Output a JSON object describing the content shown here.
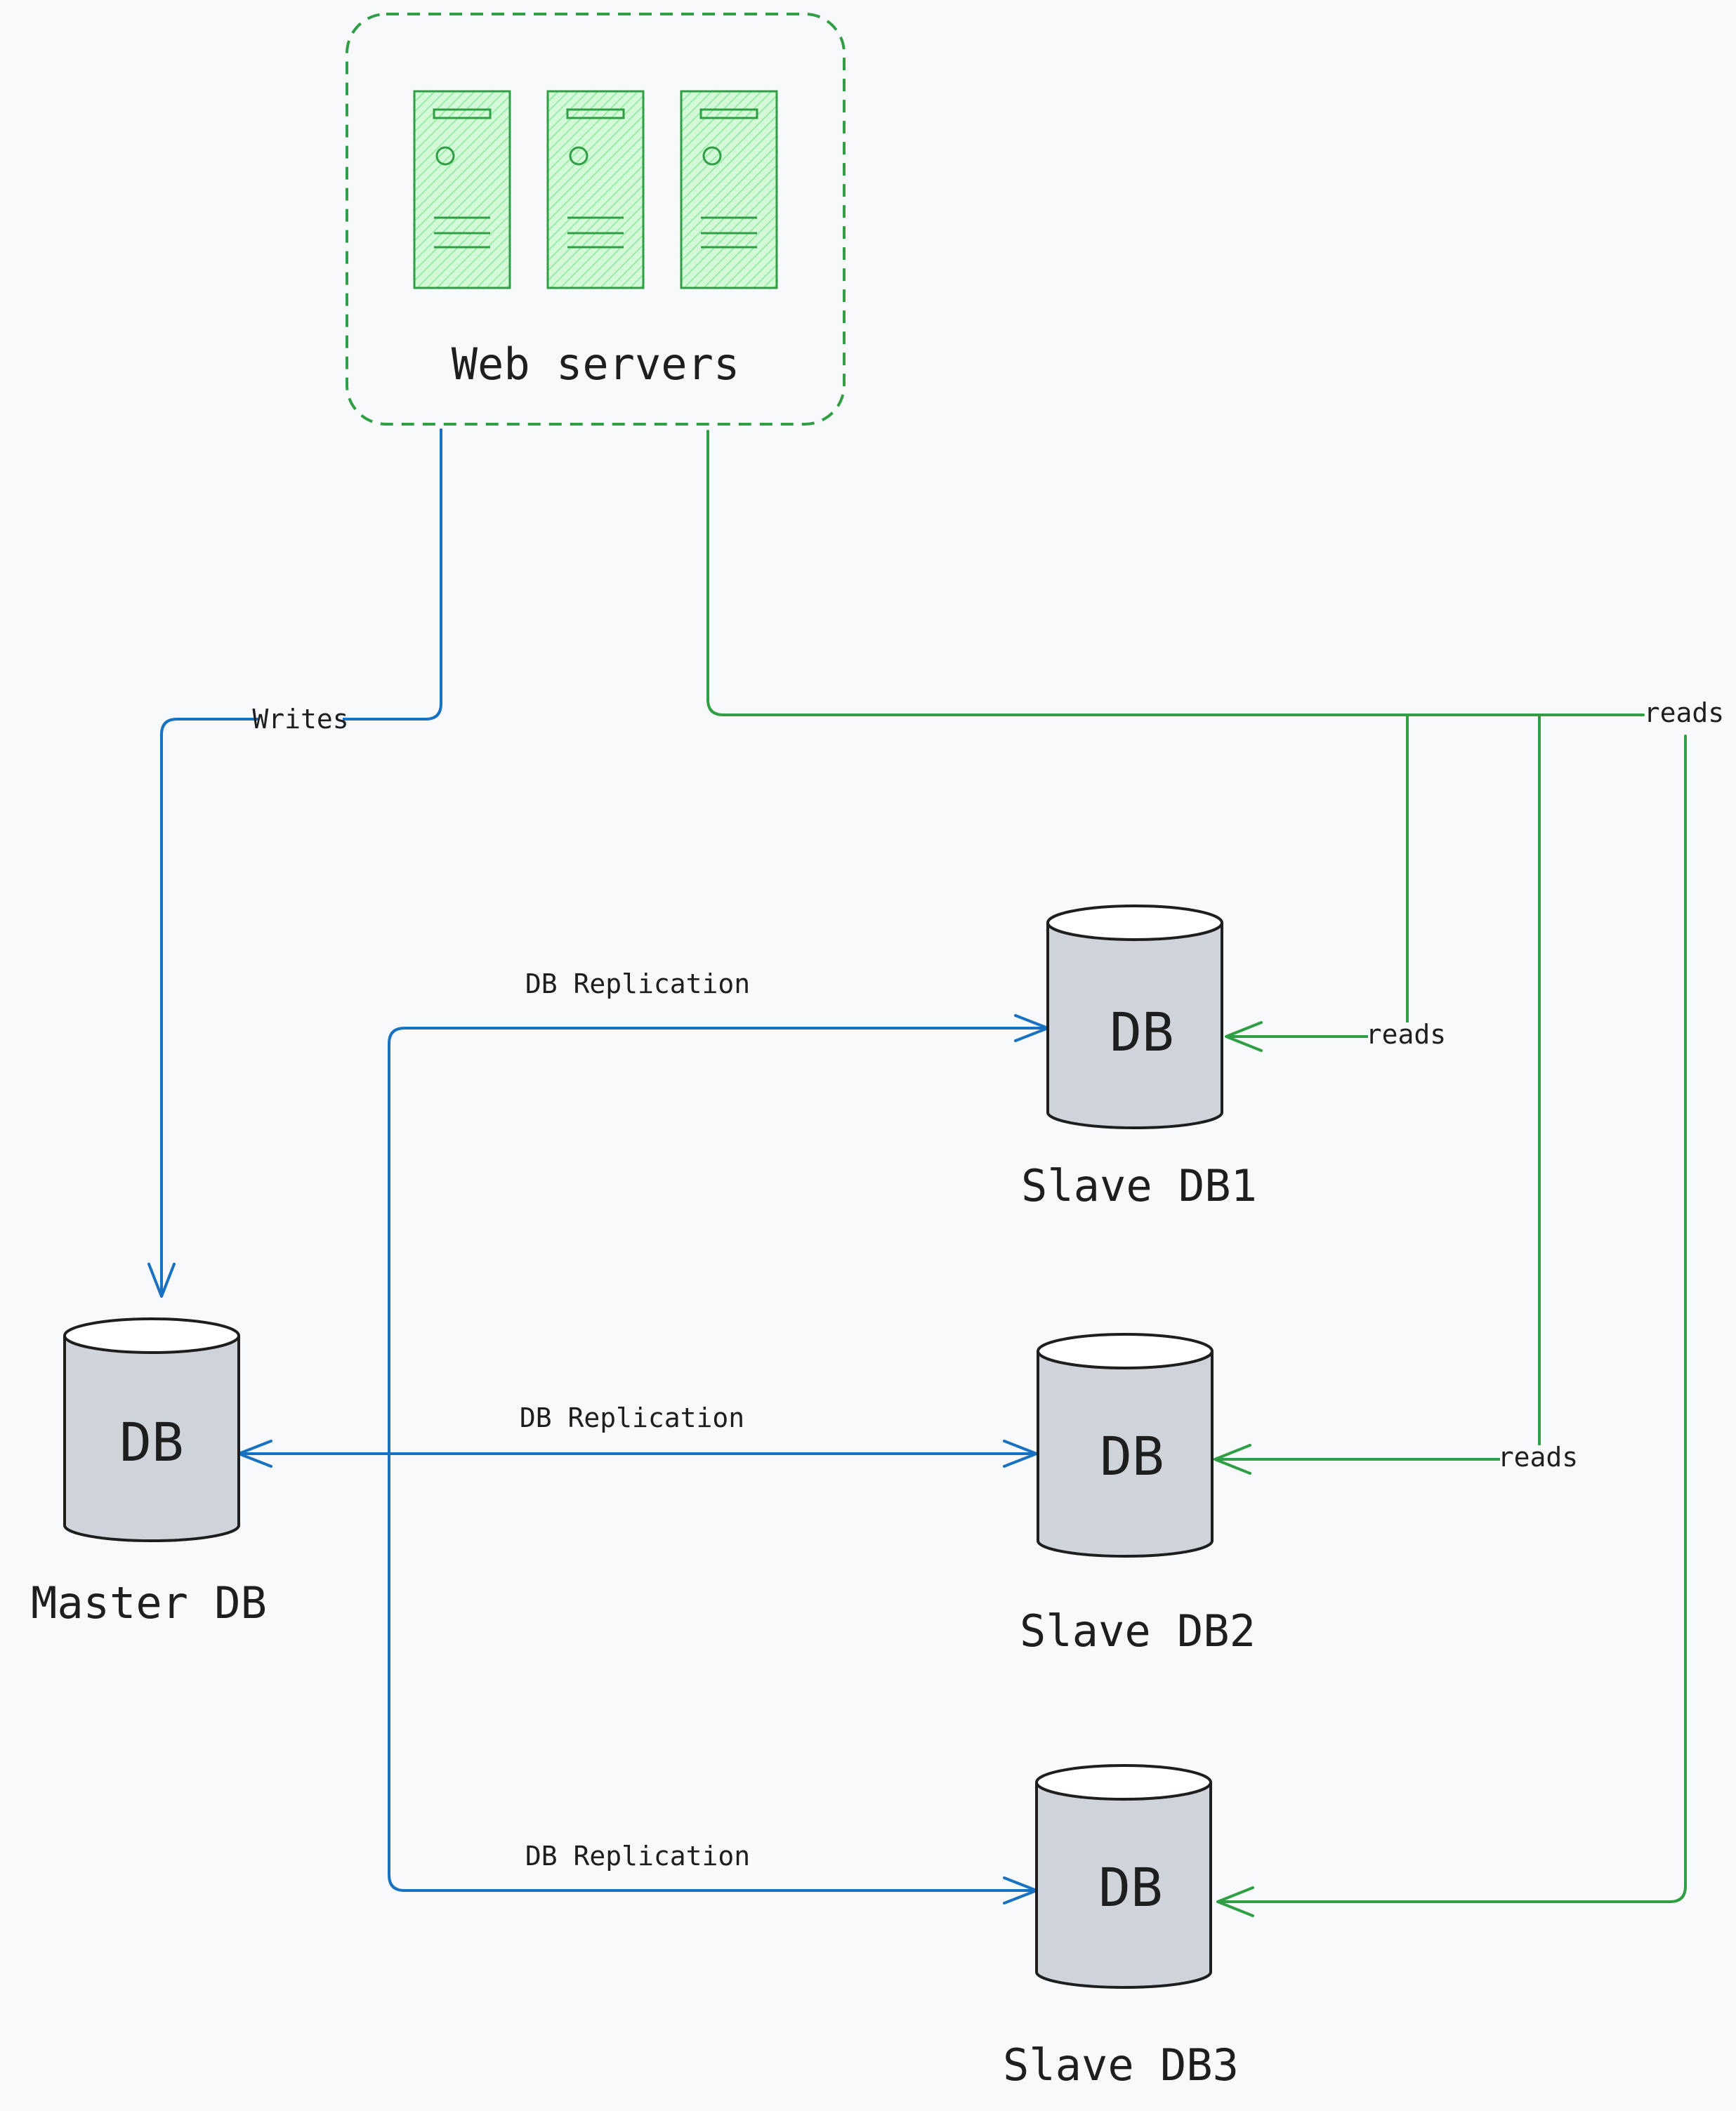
{
  "web_servers": {
    "label": "Web servers"
  },
  "master_db": {
    "label": "Master DB",
    "cylinder_text": "DB"
  },
  "slaves": [
    {
      "label": "Slave DB1",
      "cylinder_text": "DB"
    },
    {
      "label": "Slave DB2",
      "cylinder_text": "DB"
    },
    {
      "label": "Slave DB3",
      "cylinder_text": "DB"
    }
  ],
  "edges": {
    "writes": "Writes",
    "replication_1": "DB Replication",
    "replication_2": "DB Replication",
    "replication_3": "DB Replication",
    "reads_main": "reads",
    "reads_1": "reads",
    "reads_2": "reads"
  },
  "colors": {
    "write_path": "#1971c2",
    "read_path": "#2f9e44",
    "server_fill": "#b2f2bb",
    "db_fill": "#ced4da",
    "stroke": "#1e1e1e"
  }
}
